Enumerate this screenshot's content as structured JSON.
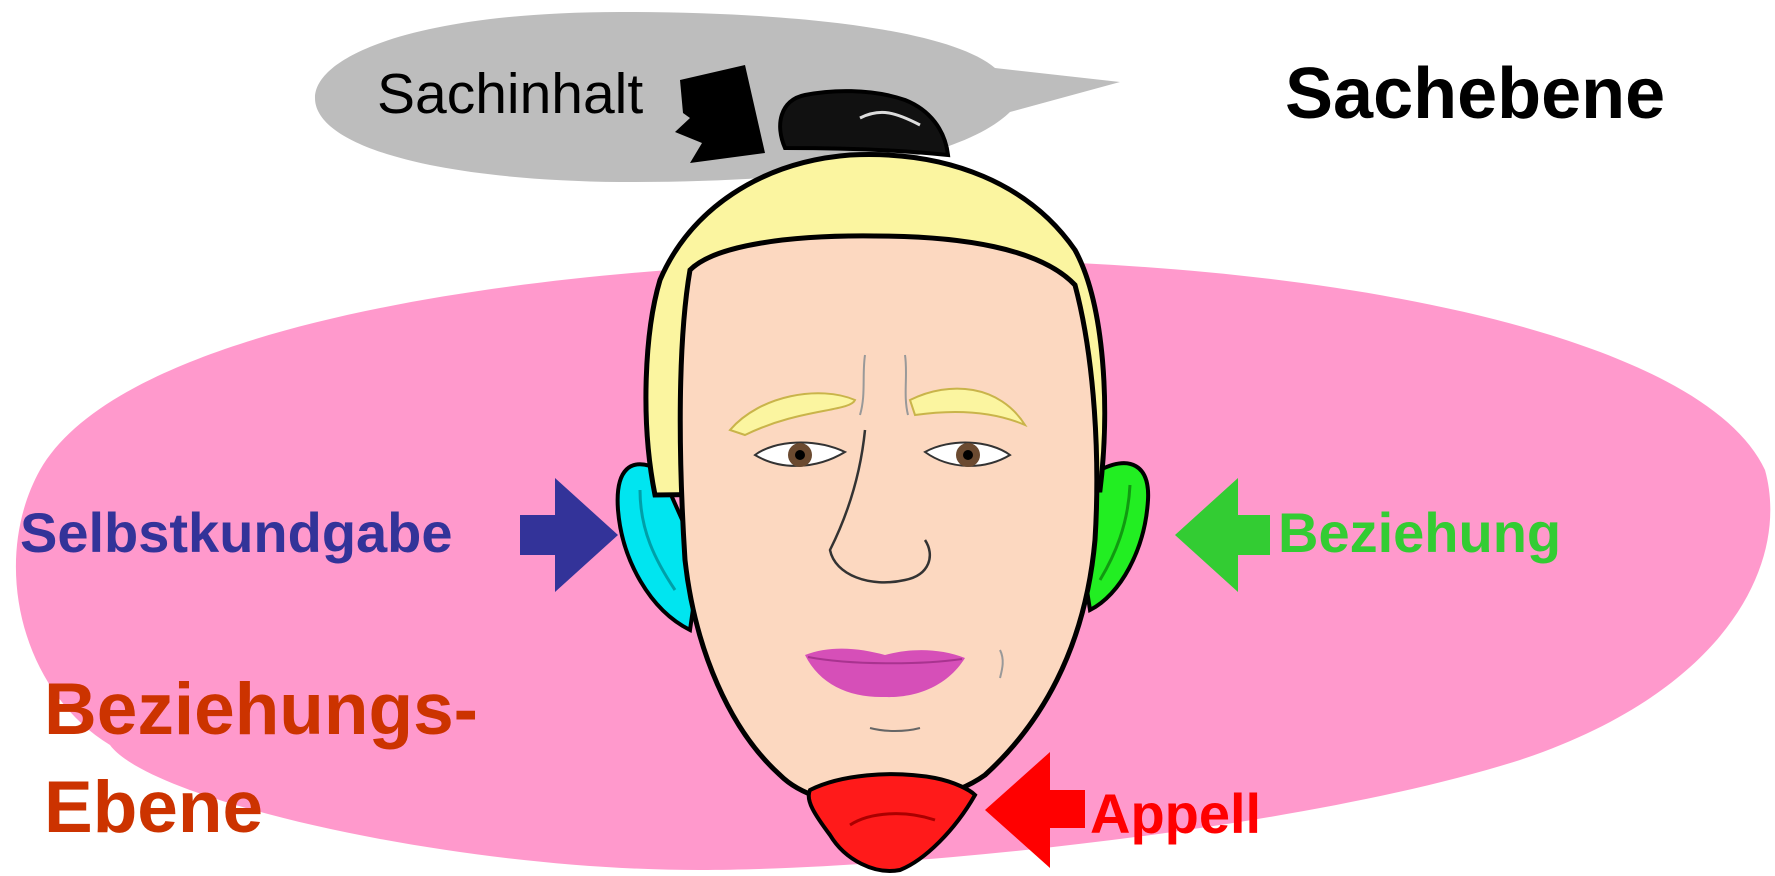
{
  "labels": {
    "sachinhalt": "Sachinhalt",
    "sachebene": "Sachebene",
    "selbstkundgabe": "Selbstkundgabe",
    "beziehung": "Beziehung",
    "beziehungsebene_line1": "Beziehungs-",
    "beziehungsebene_line2": "Ebene",
    "appell": "Appell"
  },
  "colors": {
    "speech_bubble": "#bdbdbd",
    "relationship_ellipse": "#ff99cc",
    "hair": "#fbf5a0",
    "skin": "#fcd8c0",
    "left_ear": "#00e5f0",
    "right_ear": "#22ee22",
    "chin": "#ff1a1a",
    "lips": "#d64fb8",
    "selbstkundgabe": "#333399",
    "beziehung": "#33cc33",
    "beziehungsebene": "#cc3300",
    "appell": "#ff0000",
    "sachebene": "#000000"
  },
  "icons": [
    "face-illustration",
    "arrow-right-icon",
    "arrow-left-icon",
    "arrow-down-right-icon"
  ]
}
